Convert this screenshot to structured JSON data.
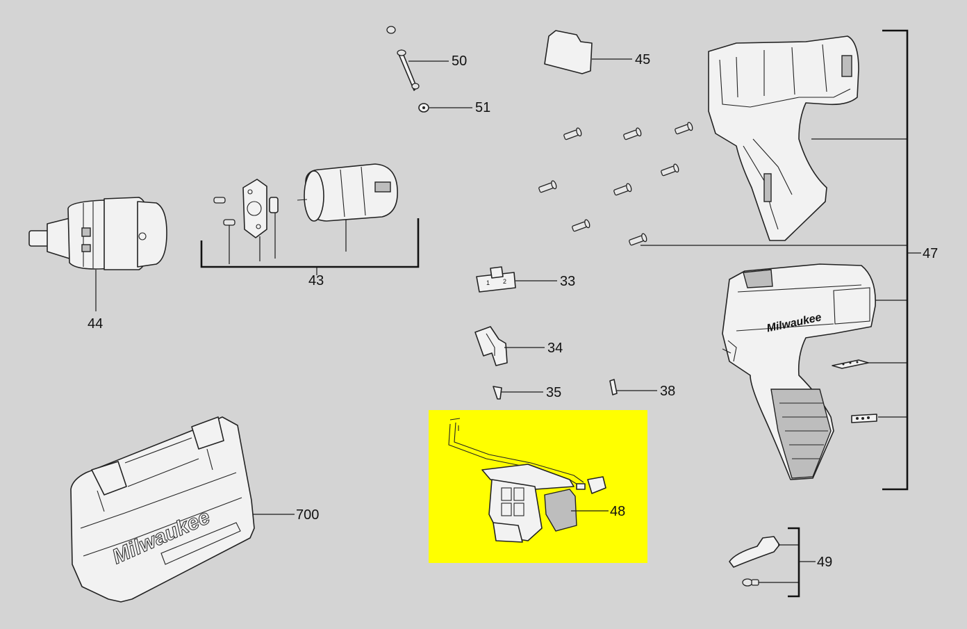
{
  "diagram": {
    "labels": {
      "l50": "50",
      "l51": "51",
      "l45": "45",
      "l44": "44",
      "l43": "43",
      "l33": "33",
      "l34": "34",
      "l35": "35",
      "l38": "38",
      "l48": "48",
      "l47": "47",
      "l49": "49",
      "l700": "700"
    },
    "brand_marks": {
      "housing": "Milwaukee",
      "case": "Milwaukee"
    },
    "switch_marks": [
      "1",
      "2"
    ],
    "colors": {
      "background": "#d4d4d4",
      "highlight": "#ffff00",
      "line": "#1a1a1a"
    },
    "highlighted_part": "48"
  }
}
